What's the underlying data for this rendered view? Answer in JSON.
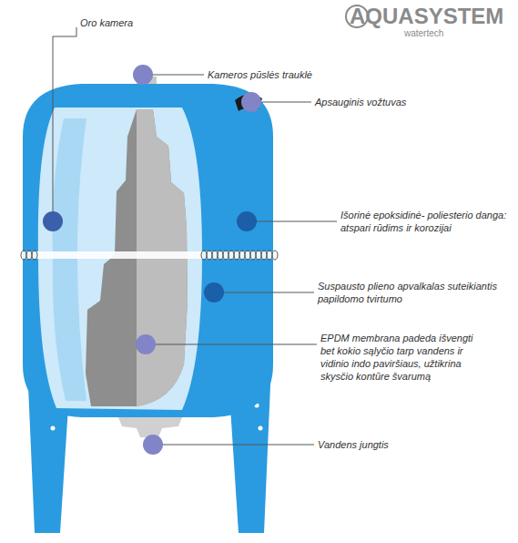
{
  "diagram": {
    "labels": [
      "AQUASYSTEM",
      "watertech",
      "Oro kamera",
      "Kameros pūslės trauklė",
      "Apsauginis vožtuvas",
      "Išorinė epoksidinė- poliesterio danga: atspari rūdims ir korozijai",
      "Suspausto plieno apvalkalas suteikiantis papildomo tvirtumo",
      "EPDM membrana padeda išvengti bet kokio sąlyčio tarp vandens ir vidinio indo paviršiaus, užtikrina skysčio kontūre švarumą",
      "Vandens jungtis"
    ]
  }
}
